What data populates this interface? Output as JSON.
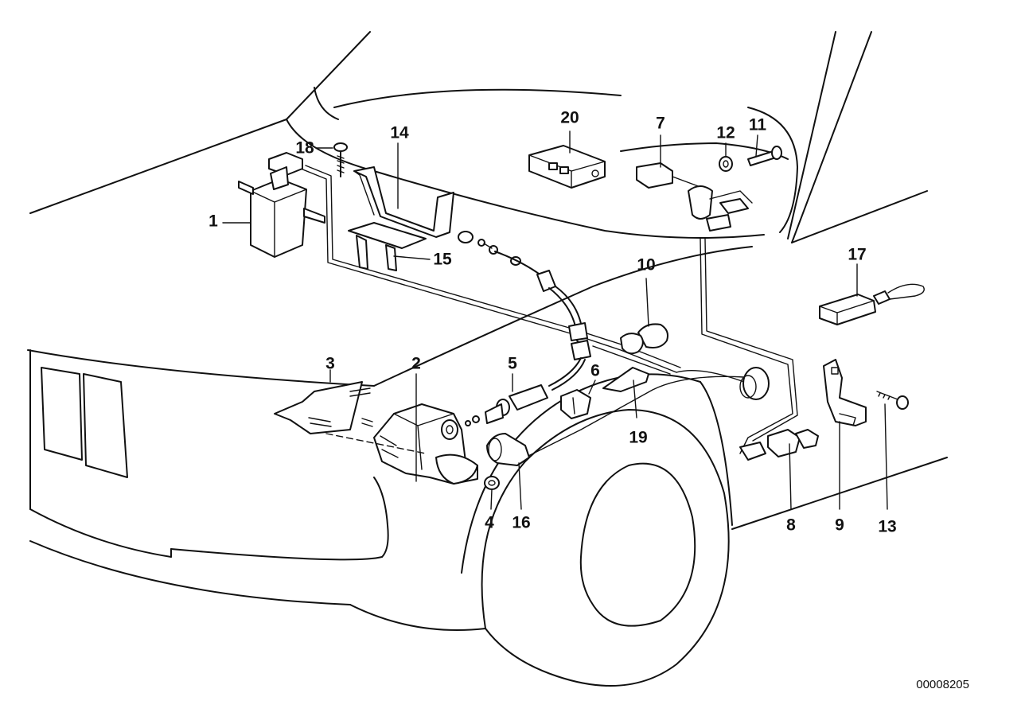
{
  "diagram": {
    "reference_number": "00008205",
    "callouts": [
      "1",
      "2",
      "3",
      "4",
      "5",
      "6",
      "7",
      "8",
      "9",
      "10",
      "11",
      "12",
      "13",
      "14",
      "15",
      "16",
      "17",
      "18",
      "19",
      "20"
    ]
  },
  "colors": {
    "line": "#111111",
    "background": "#ffffff"
  }
}
